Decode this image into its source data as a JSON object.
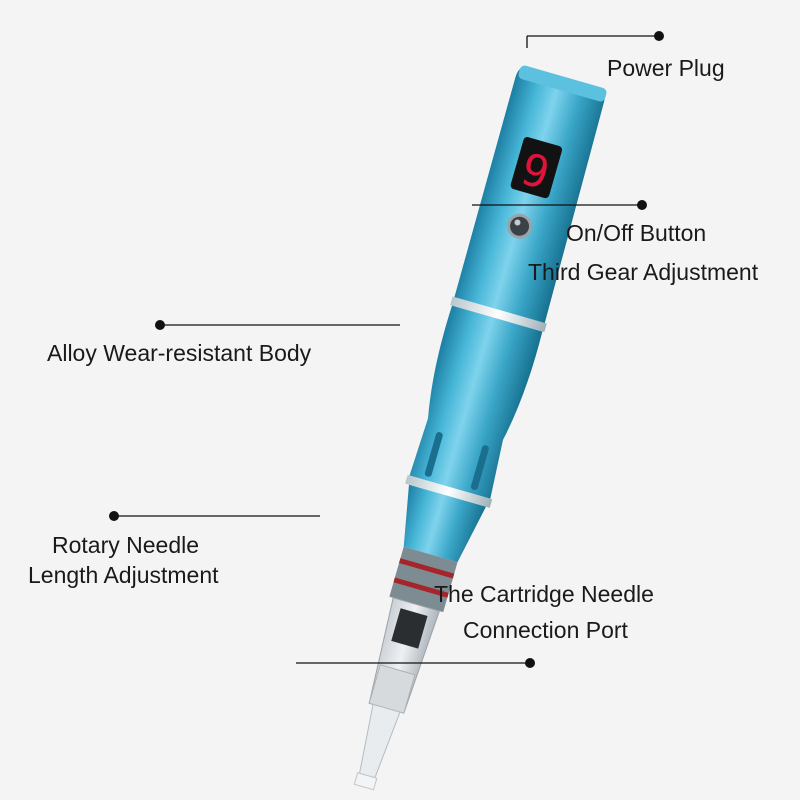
{
  "image": {
    "subject": "blue microneedling pen with labeled parts",
    "background_color": "#f4f4f4",
    "pen_color": "#3aa6c8",
    "display_color": "#e0143a",
    "display_digit": "9"
  },
  "labels": {
    "power_plug": "Power Plug",
    "on_off_button": "On/Off Button",
    "third_gear": "Third Gear Adjustment",
    "alloy_body": "Alloy Wear-resistant Body",
    "rotary_line1": "Rotary Needle",
    "rotary_line2": "Length Adjustment",
    "cartridge_line1": "The Cartridge Needle",
    "cartridge_line2": "Connection Port"
  }
}
